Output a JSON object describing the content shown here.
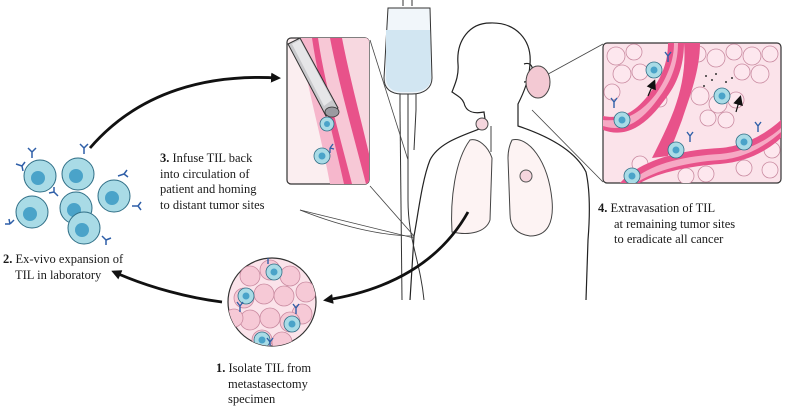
{
  "steps": [
    {
      "number": "1.",
      "lines": [
        "Isolate TIL from",
        "metastasectomy",
        "specimen"
      ]
    },
    {
      "number": "2.",
      "lines": [
        "Ex-vivo expansion of",
        "TIL in laboratory"
      ]
    },
    {
      "number": "3.",
      "lines": [
        "Infuse TIL back",
        "into circulation of",
        "patient and homing",
        "to distant tumor sites"
      ]
    },
    {
      "number": "4.",
      "lines": [
        "Extravasation of TIL",
        "at remaining tumor sites",
        "to eradicate all cancer"
      ]
    }
  ],
  "colors": {
    "cell_fill": "#a9dbe6",
    "cell_nucleus": "#4aa3c9",
    "antibody": "#2f5fa8",
    "tumor_cell": "#f6c9d6",
    "vessel": "#e8528a",
    "vessel_light": "#f6a9c4",
    "arrow": "#111111"
  },
  "icons": [
    "iv-bag-icon",
    "syringe-icon",
    "patient-silhouette-icon",
    "lungs-icon",
    "tumor-icon"
  ]
}
